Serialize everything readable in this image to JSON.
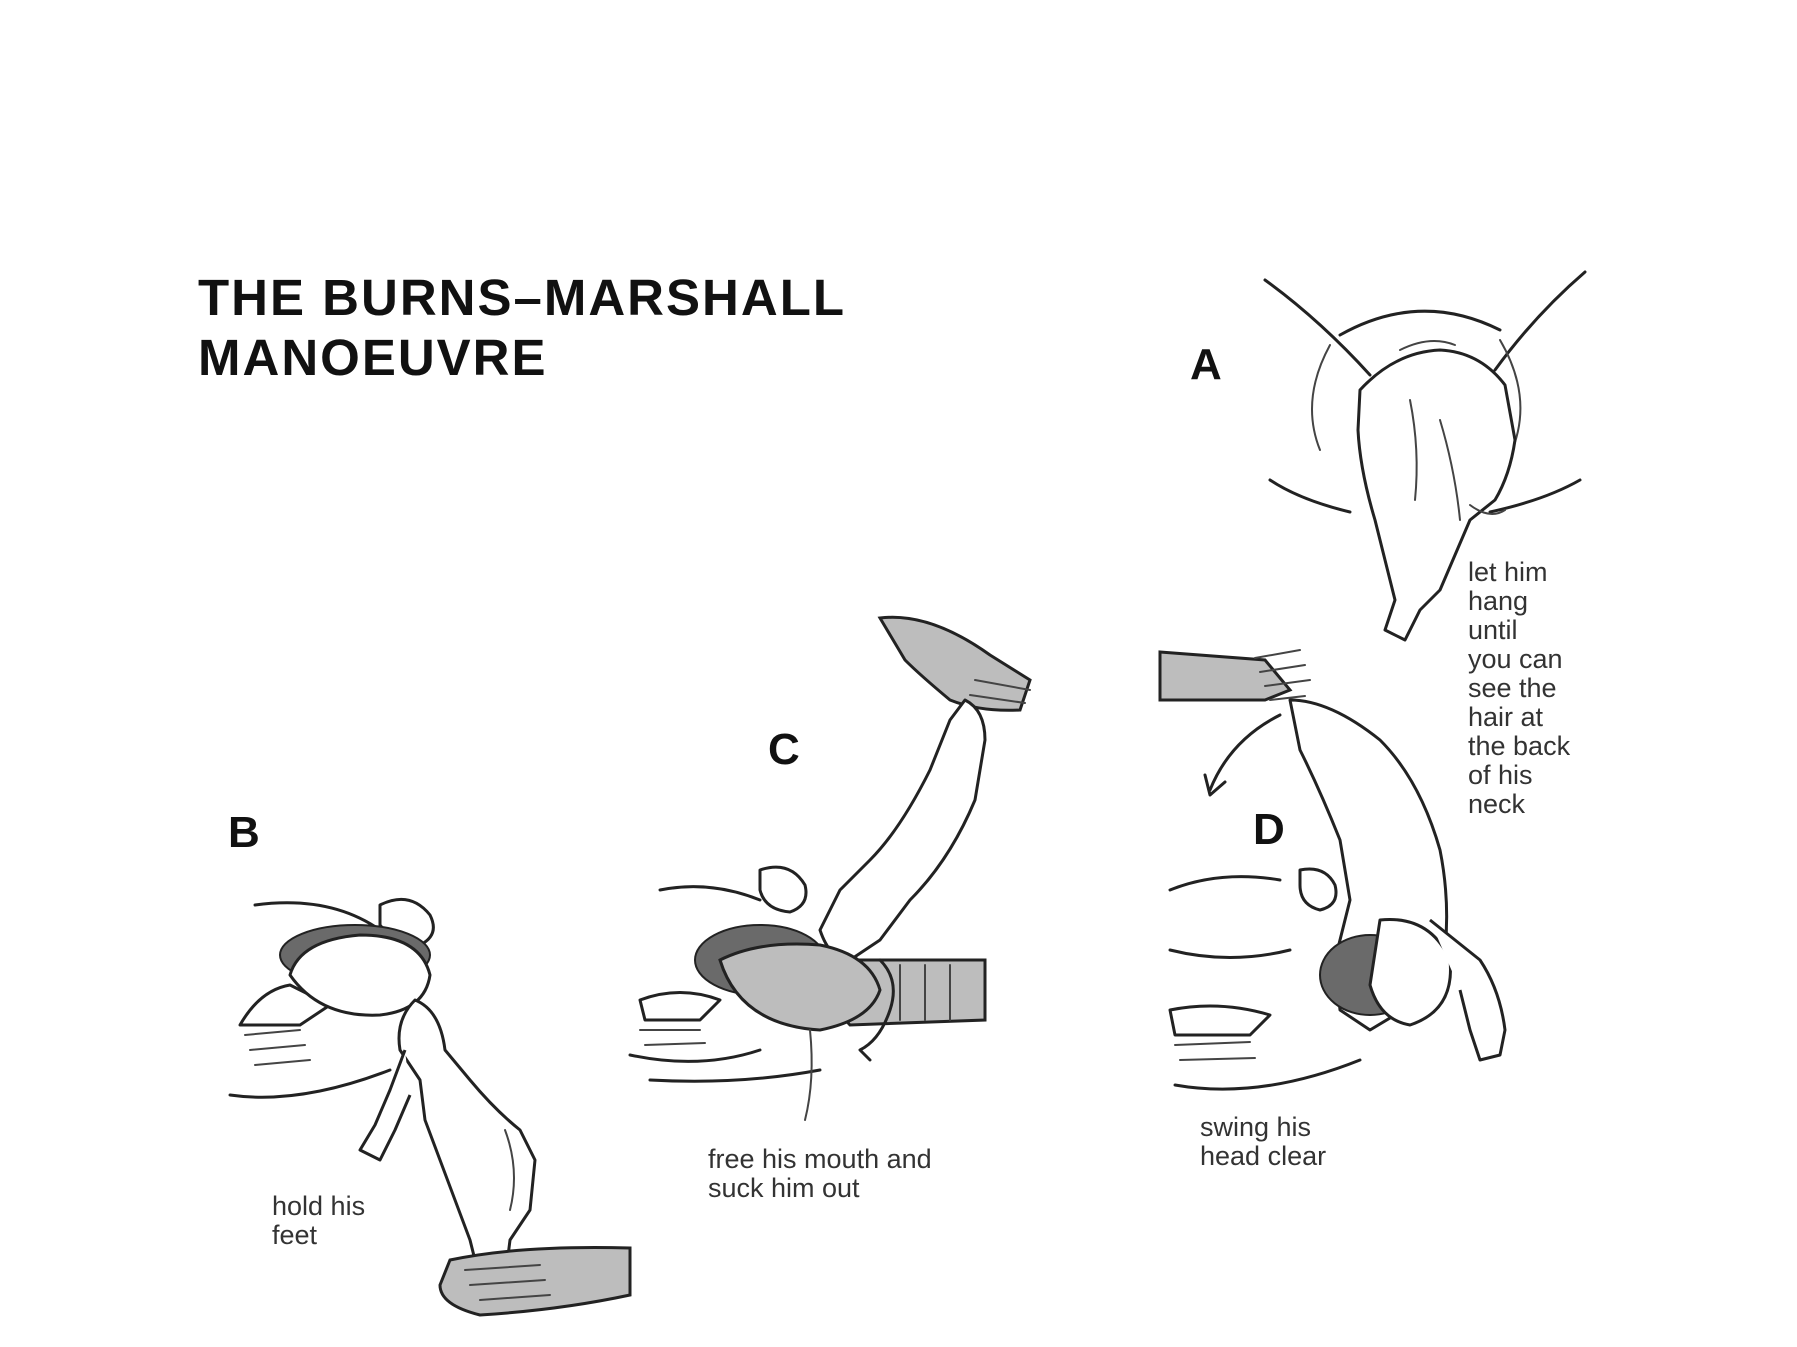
{
  "title": {
    "line1": "THE BURNS–MARSHALL",
    "line2": "MANOEUVRE"
  },
  "panels": [
    {
      "letter": "A",
      "caption": [
        "let him",
        "hang",
        "until",
        "you can",
        "see the",
        "hair at",
        "the back",
        "of his",
        "neck"
      ]
    },
    {
      "letter": "B",
      "caption": [
        "hold his",
        "feet"
      ]
    },
    {
      "letter": "C",
      "caption": [
        "free his mouth and",
        "suck him out"
      ]
    },
    {
      "letter": "D",
      "caption": [
        "swing his",
        "head clear"
      ]
    }
  ]
}
